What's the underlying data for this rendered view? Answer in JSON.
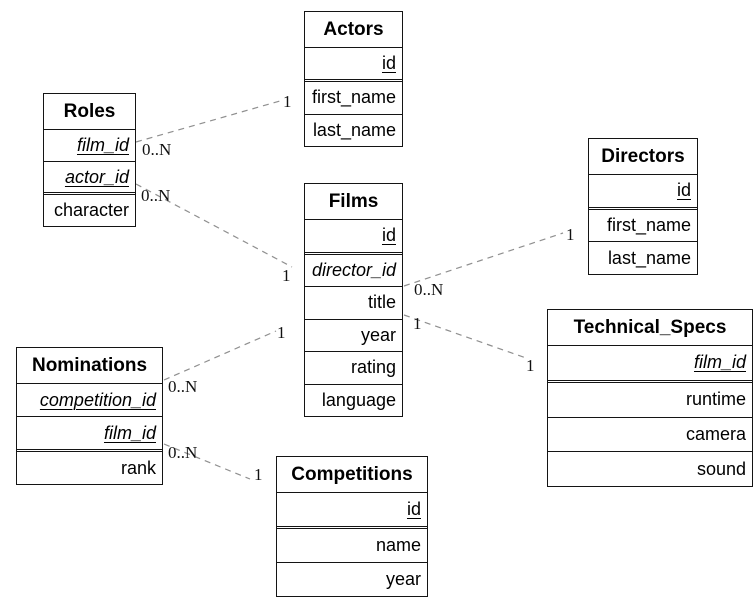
{
  "diagram": {
    "type": "entity-relationship",
    "colors": {
      "background": "#ffffff",
      "entity_border": "#141414",
      "entity_fill": "#ffffff",
      "relation_line": "#8f8f8f",
      "text": "#000000"
    },
    "entities": {
      "actors": {
        "title": "Actors",
        "fields": [
          {
            "label": "id",
            "key": "pk"
          },
          {
            "label": "first_name",
            "key": ""
          },
          {
            "label": "last_name",
            "key": ""
          }
        ]
      },
      "roles": {
        "title": "Roles",
        "fields": [
          {
            "label": "film_id",
            "key": "pk fk"
          },
          {
            "label": "actor_id",
            "key": "pk fk"
          },
          {
            "label": "character",
            "key": ""
          }
        ]
      },
      "films": {
        "title": "Films",
        "fields": [
          {
            "label": "id",
            "key": "pk"
          },
          {
            "label": "director_id",
            "key": "fk"
          },
          {
            "label": "title",
            "key": ""
          },
          {
            "label": "year",
            "key": ""
          },
          {
            "label": "rating",
            "key": ""
          },
          {
            "label": "language",
            "key": ""
          }
        ]
      },
      "directors": {
        "title": "Directors",
        "fields": [
          {
            "label": "id",
            "key": "pk"
          },
          {
            "label": "first_name",
            "key": ""
          },
          {
            "label": "last_name",
            "key": ""
          }
        ]
      },
      "technical_specs": {
        "title": "Technical_Specs",
        "fields": [
          {
            "label": "film_id",
            "key": "pk fk"
          },
          {
            "label": "runtime",
            "key": ""
          },
          {
            "label": "camera",
            "key": ""
          },
          {
            "label": "sound",
            "key": ""
          }
        ]
      },
      "nominations": {
        "title": "Nominations",
        "fields": [
          {
            "label": "competition_id",
            "key": "pk fk"
          },
          {
            "label": "film_id",
            "key": "pk fk"
          },
          {
            "label": "rank",
            "key": ""
          }
        ]
      },
      "competitions": {
        "title": "Competitions",
        "fields": [
          {
            "label": "id",
            "key": "pk"
          },
          {
            "label": "name",
            "key": ""
          },
          {
            "label": "year",
            "key": ""
          }
        ]
      }
    },
    "relations": [
      {
        "from": "Roles",
        "to": "Actors",
        "from_card": "0..N",
        "to_card": "1"
      },
      {
        "from": "Roles",
        "to": "Films",
        "from_card": "0..N",
        "to_card": "1"
      },
      {
        "from": "Films",
        "to": "Directors",
        "from_card": "0..N",
        "to_card": "1"
      },
      {
        "from": "Films",
        "to": "Technical_Specs",
        "from_card": "1",
        "to_card": "1"
      },
      {
        "from": "Nominations",
        "to": "Films",
        "from_card": "0..N",
        "to_card": "1"
      },
      {
        "from": "Nominations",
        "to": "Competitions",
        "from_card": "0..N",
        "to_card": "1"
      }
    ]
  }
}
